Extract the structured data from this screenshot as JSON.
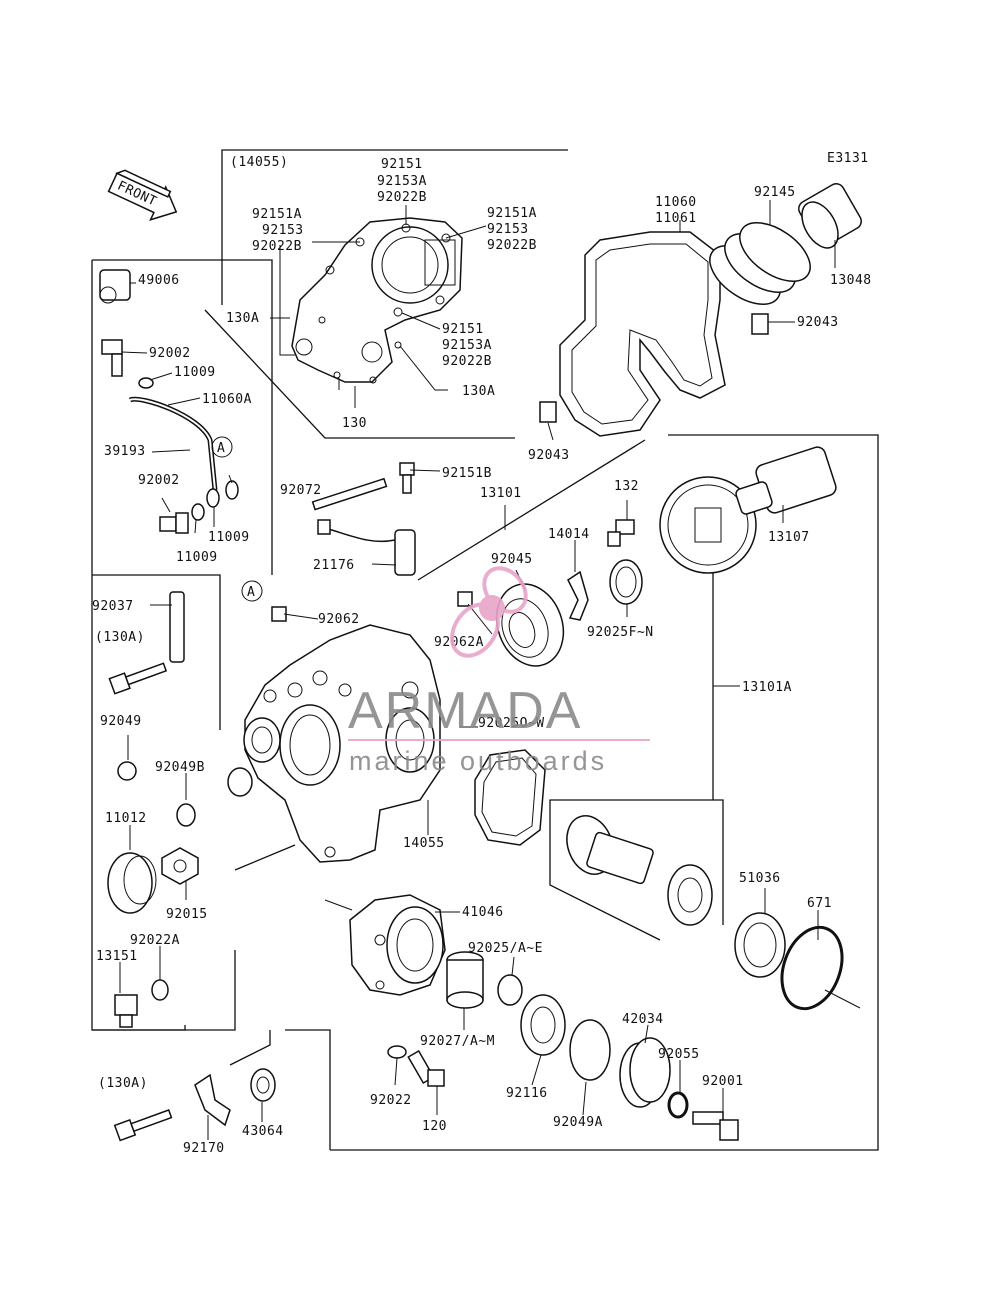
{
  "diagram_id": "E3131",
  "front_label": "FRONT",
  "group_label": "(14055)",
  "watermark": {
    "brand": "ARMADA",
    "tagline": "marine outboards",
    "pink": "#e8a5c8",
    "gray": "#8a8a8a"
  },
  "callouts": [
    {
      "key": "c92151_top",
      "text": "92151"
    },
    {
      "key": "c92153A_top",
      "text": "92153A"
    },
    {
      "key": "c92022B_top",
      "text": "92022B"
    },
    {
      "key": "c92151A_l",
      "text": "92151A"
    },
    {
      "key": "c92153_l",
      "text": "92153"
    },
    {
      "key": "c92022B_l",
      "text": "92022B"
    },
    {
      "key": "c92151A_r",
      "text": "92151A"
    },
    {
      "key": "c92153_r",
      "text": "92153"
    },
    {
      "key": "c92022B_r",
      "text": "92022B"
    },
    {
      "key": "c130A_l",
      "text": "130A"
    },
    {
      "key": "c92151_m",
      "text": "92151"
    },
    {
      "key": "c92153A_m",
      "text": "92153A"
    },
    {
      "key": "c92022B_m",
      "text": "92022B"
    },
    {
      "key": "c130A_r",
      "text": "130A"
    },
    {
      "key": "c130",
      "text": "130"
    },
    {
      "key": "c11060",
      "text": "11060"
    },
    {
      "key": "c11061",
      "text": "11061"
    },
    {
      "key": "c92145",
      "text": "92145"
    },
    {
      "key": "c13048",
      "text": "13048"
    },
    {
      "key": "c92043_r",
      "text": "92043"
    },
    {
      "key": "c92043_b",
      "text": "92043"
    },
    {
      "key": "c49006",
      "text": "49006"
    },
    {
      "key": "c92002_t",
      "text": "92002"
    },
    {
      "key": "c11009_t",
      "text": "11009"
    },
    {
      "key": "c11060A",
      "text": "11060A"
    },
    {
      "key": "c39193",
      "text": "39193"
    },
    {
      "key": "c92002_b",
      "text": "92002"
    },
    {
      "key": "c11009_r",
      "text": "11009"
    },
    {
      "key": "c11009_b",
      "text": "11009"
    },
    {
      "key": "c92072",
      "text": "92072"
    },
    {
      "key": "c92151B",
      "text": "92151B"
    },
    {
      "key": "c13101",
      "text": "13101"
    },
    {
      "key": "c132",
      "text": "132"
    },
    {
      "key": "c13107",
      "text": "13107"
    },
    {
      "key": "c14014",
      "text": "14014"
    },
    {
      "key": "c92045",
      "text": "92045"
    },
    {
      "key": "c21176",
      "text": "21176"
    },
    {
      "key": "c92062",
      "text": "92062"
    },
    {
      "key": "c92062A",
      "text": "92062A"
    },
    {
      "key": "c92025F",
      "text": "92025F~N"
    },
    {
      "key": "c92037",
      "text": "92037"
    },
    {
      "key": "c130A_p1",
      "text": "(130A)"
    },
    {
      "key": "c13101A",
      "text": "13101A"
    },
    {
      "key": "c92049",
      "text": "92049"
    },
    {
      "key": "c92025O",
      "text": "92025O~W"
    },
    {
      "key": "c92049B",
      "text": "92049B"
    },
    {
      "key": "c14055",
      "text": "14055"
    },
    {
      "key": "c11012",
      "text": "11012"
    },
    {
      "key": "c92015",
      "text": "92015"
    },
    {
      "key": "c51036",
      "text": "51036"
    },
    {
      "key": "c671",
      "text": "671"
    },
    {
      "key": "c41046",
      "text": "41046"
    },
    {
      "key": "c92022A",
      "text": "92022A"
    },
    {
      "key": "c13151",
      "text": "13151"
    },
    {
      "key": "c92025AE",
      "text": "92025/A~E"
    },
    {
      "key": "c42034",
      "text": "42034"
    },
    {
      "key": "c92027",
      "text": "92027/A~M"
    },
    {
      "key": "c92055",
      "text": "92055"
    },
    {
      "key": "c130A_p2",
      "text": "(130A)"
    },
    {
      "key": "c92001",
      "text": "92001"
    },
    {
      "key": "c92022",
      "text": "92022"
    },
    {
      "key": "c92116",
      "text": "92116"
    },
    {
      "key": "c43064",
      "text": "43064"
    },
    {
      "key": "c120",
      "text": "120"
    },
    {
      "key": "c92049A",
      "text": "92049A"
    },
    {
      "key": "c92170",
      "text": "92170"
    }
  ],
  "ref_markers": [
    "A",
    "A"
  ]
}
